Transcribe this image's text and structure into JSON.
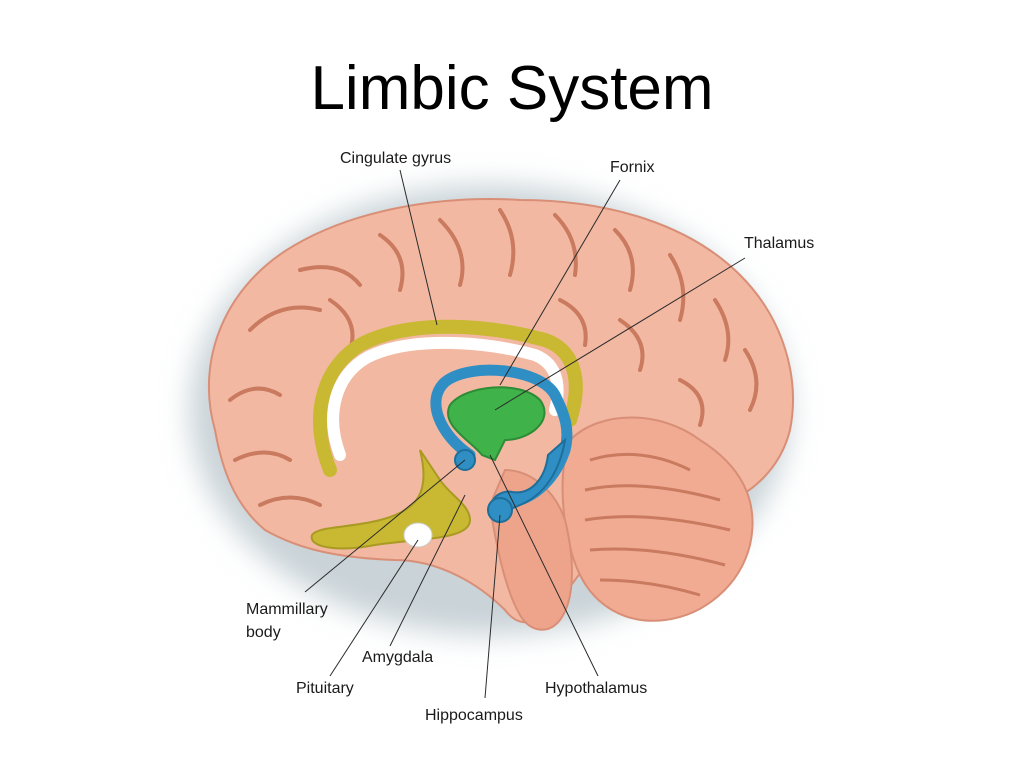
{
  "title": "Limbic System",
  "colors": {
    "brain": "#f2b8a2",
    "sulcus": "#c97a5f",
    "cingulate": "#c9b832",
    "fornix": "#2f8fc4",
    "thalamus": "#3fb24a",
    "pituitary": "#ffffff",
    "halo": "#c9d3d8"
  },
  "labels": {
    "cingulate_gyrus": "Cingulate gyrus",
    "fornix": "Fornix",
    "thalamus": "Thalamus",
    "mammillary_line1": "Mammillary",
    "mammillary_line2": "body",
    "amygdala": "Amygdala",
    "pituitary": "Pituitary",
    "hippocampus": "Hippocampus",
    "hypothalamus": "Hypothalamus"
  }
}
